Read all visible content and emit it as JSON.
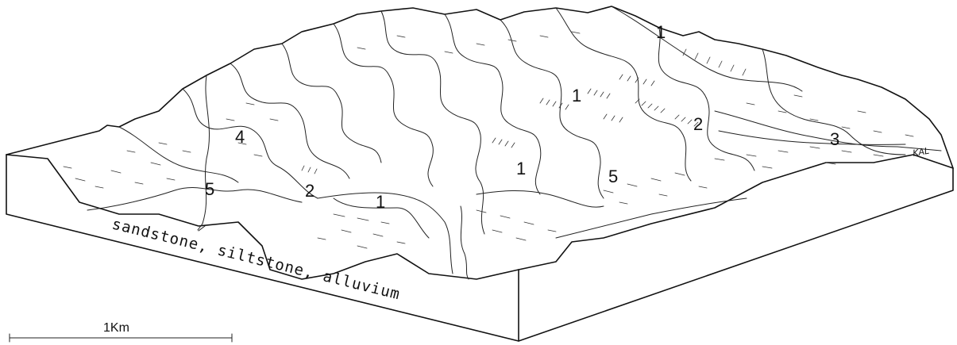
{
  "diagram": {
    "side_caption": "sandstone, siltstone, alluvium",
    "scale_label": "1Km",
    "artist_initials": "KAL",
    "landform_labels": [
      "1",
      "1",
      "1",
      "1",
      "2",
      "2",
      "3",
      "4",
      "5",
      "5"
    ]
  }
}
